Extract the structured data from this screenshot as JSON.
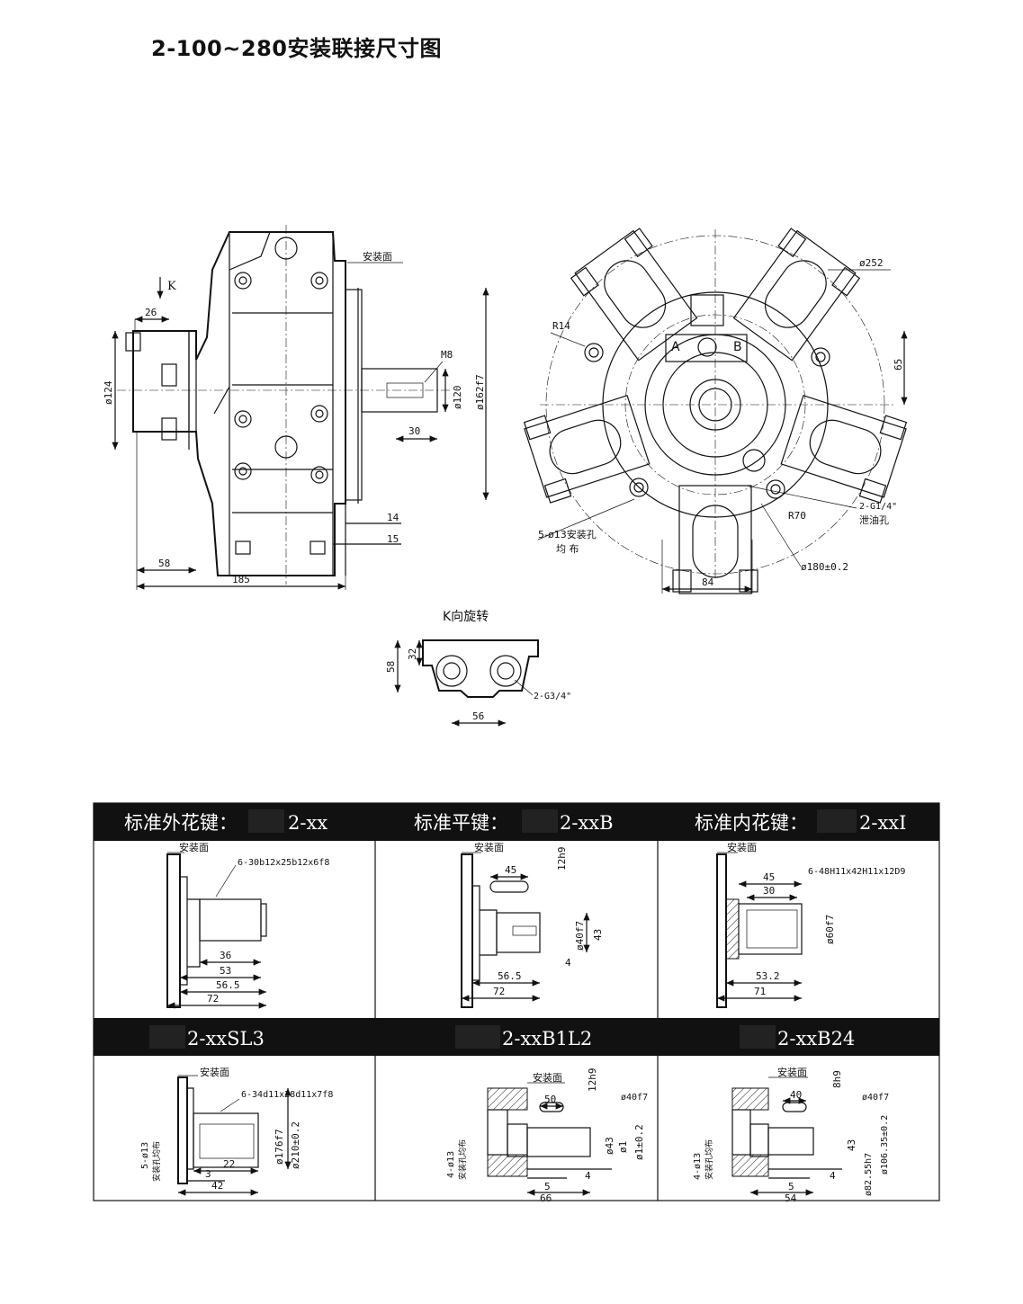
{
  "title": "2-100~280安装联接尺寸图",
  "side_view": {
    "k_label": "K",
    "mount_face": "安装面",
    "dims": {
      "d26": "26",
      "d124": "ø124",
      "m8": "M8",
      "d120": "ø120",
      "d162": "ø162f7",
      "d30": "30",
      "d14": "14",
      "d15": "15",
      "d58": "58",
      "d185": "185"
    }
  },
  "front_view": {
    "dims": {
      "d252": "ø252",
      "r14": "R14",
      "d65": "65",
      "a": "A",
      "b": "B",
      "g14": "2-G1/4\"",
      "drain": "泄油孔",
      "r70": "R70",
      "holes": "5-ø13安装孔",
      "holes2": "均 布",
      "d84": "84",
      "d180": "ø180±0.2"
    }
  },
  "k_view": {
    "label": "K向旋转",
    "dims": {
      "d58": "58",
      "d32": "32",
      "g34": "2-G3/4\"",
      "d56": "56"
    }
  },
  "table": {
    "headers": [
      {
        "prefix": "标准外花键：",
        "code": "2-xx"
      },
      {
        "prefix": "标准平键：",
        "code": "2-xxB"
      },
      {
        "prefix": "标准内花键：",
        "code": "2-xxI"
      },
      {
        "prefix": "",
        "code": "2-xxSL3"
      },
      {
        "prefix": "",
        "code": "2-xxB1L2"
      },
      {
        "prefix": "",
        "code": "2-xxB24"
      }
    ],
    "cells": [
      {
        "mount": "安装面",
        "spec": "6-30b12x25b12x6f8",
        "dims": [
          "36",
          "53",
          "56.5",
          "72"
        ]
      },
      {
        "mount": "安装面",
        "dims": [
          "45",
          "12h9",
          "ø40f7",
          "43",
          "4",
          "56.5",
          "72"
        ]
      },
      {
        "mount": "安装面",
        "spec": "6-48H11x42H11x12D9",
        "dims": [
          "45",
          "30",
          "ø60f7",
          "53.2",
          "71"
        ]
      },
      {
        "mount": "安装面",
        "spec": "6-34d11x28d11x7f8",
        "side": "5-ø13",
        "side2": "安装孔均布",
        "dims": [
          "ø176f7",
          "ø210±0.2",
          "22",
          "3",
          "42"
        ]
      },
      {
        "mount": "安装面",
        "side": "4-ø13",
        "side2": "安装孔均布",
        "dims": [
          "50",
          "12h9",
          "ø40f7",
          "ø43",
          "ø1",
          "ø1±0.2",
          "4",
          "5",
          "66"
        ]
      },
      {
        "mount": "安装面",
        "side": "4-ø13",
        "side2": "安装孔均布",
        "dims": [
          "40",
          "8h9",
          "ø40f7",
          "43",
          "ø106.35±0.2",
          "4",
          "5",
          "54",
          "ø82.55h7"
        ]
      }
    ]
  }
}
